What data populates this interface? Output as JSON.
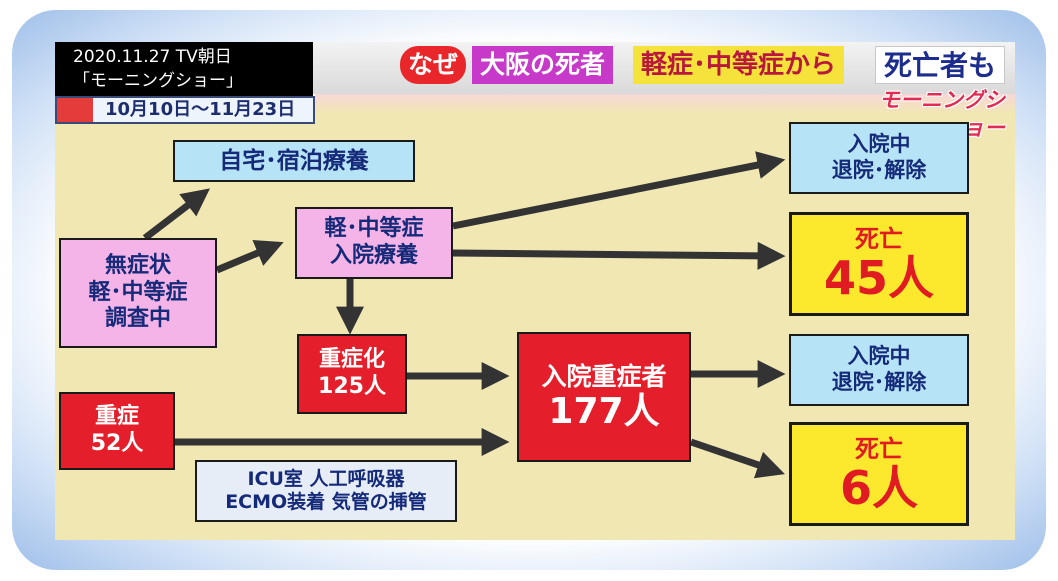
{
  "header": {
    "caption_line1": "2020.11.27  TV朝日",
    "caption_line2": "「モーニングショー」",
    "date_range": "10月10日～11月23日",
    "tag_naze": "なぜ",
    "tag_osaka": "大阪の死者",
    "tag_mild": "軽症･中等症から",
    "tag_death": "死亡者も",
    "logo": "モーニングショー"
  },
  "diagram": {
    "home_care": "自宅･宿泊療養",
    "asymptomatic": [
      "無症状",
      "軽･中等症",
      "調査中"
    ],
    "mild_hosp": [
      "軽･中等症",
      "入院療養"
    ],
    "severe_change": [
      "重症化",
      "125人"
    ],
    "severe": [
      "重症",
      "52人"
    ],
    "icu": [
      "ICU室  人工呼吸器",
      "ECMO装着  気管の挿管"
    ],
    "severe_hosp": [
      "入院重症者",
      "177人"
    ],
    "outcome_top": [
      "入院中",
      "退院･解除"
    ],
    "death_top": [
      "死亡",
      "45人"
    ],
    "outcome_bottom": [
      "入院中",
      "退院･解除"
    ],
    "death_bottom": [
      "死亡",
      "6人"
    ]
  },
  "colors": {
    "background": "#f1e7b3",
    "blue_box": "#b6e4f6",
    "pink_box": "#f4b4e8",
    "red_box": "#e41e2a",
    "yellow_box": "#fce92e",
    "text_navy": "#162a7a"
  }
}
